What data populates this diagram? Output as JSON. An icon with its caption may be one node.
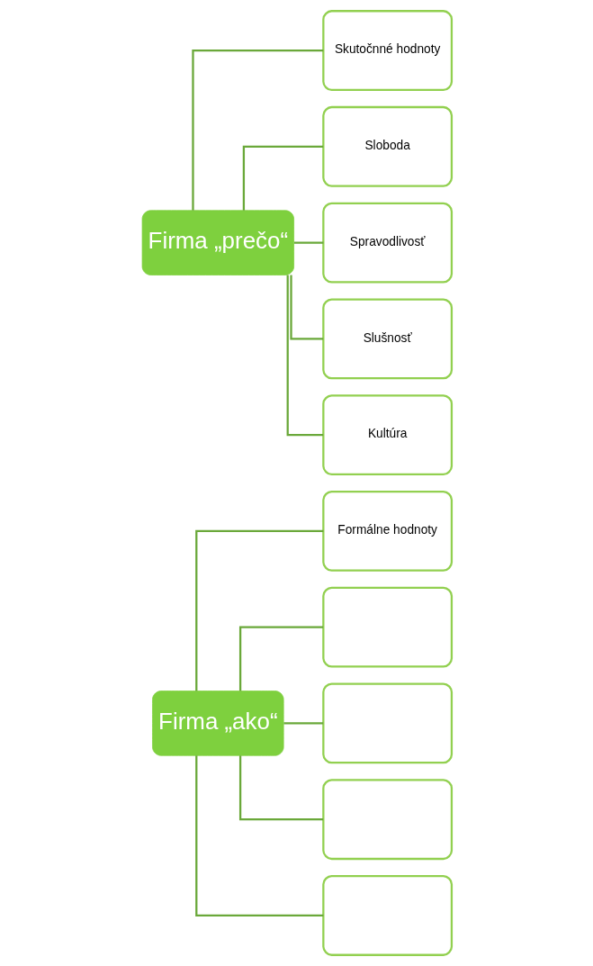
{
  "diagram": {
    "nodes": [
      {
        "text": [
          "Firma „ako“"
        ]
      },
      {
        "text": [
          "Formálne hodnoty"
        ]
      },
      {
        "text": [],
        "shape": "box"
      },
      {
        "text": [],
        "shape": "box"
      },
      {
        "text": [],
        "shape": "box"
      },
      {
        "text": [],
        "shape": "box"
      },
      {
        "text": [
          "Firma „prečo“"
        ]
      },
      {
        "text": [
          "Skutočnné hodnoty"
        ]
      },
      {
        "text": [
          "Sloboda"
        ]
      },
      {
        "text": [
          "Spravodlivosť"
        ]
      },
      {
        "text": [
          "Slušnosť"
        ]
      },
      {
        "text": [
          "Kultúra"
        ]
      }
    ],
    "edges": [
      {
        "from": 0,
        "to": 1,
        "arrow": "none"
      },
      {
        "from": 0,
        "to": 2,
        "arrow": "none"
      },
      {
        "from": 0,
        "to": 3,
        "arrow": "none"
      },
      {
        "from": 0,
        "to": 4,
        "arrow": "none"
      },
      {
        "from": 0,
        "to": 5,
        "arrow": "none"
      },
      {
        "from": 6,
        "to": 7,
        "arrow": "none"
      },
      {
        "from": 6,
        "to": 8,
        "arrow": "none"
      },
      {
        "from": 6,
        "to": 9,
        "arrow": "none"
      },
      {
        "from": 6,
        "to": 10,
        "arrow": "none"
      },
      {
        "from": 6,
        "to": 11,
        "arrow": "none"
      }
    ]
  }
}
